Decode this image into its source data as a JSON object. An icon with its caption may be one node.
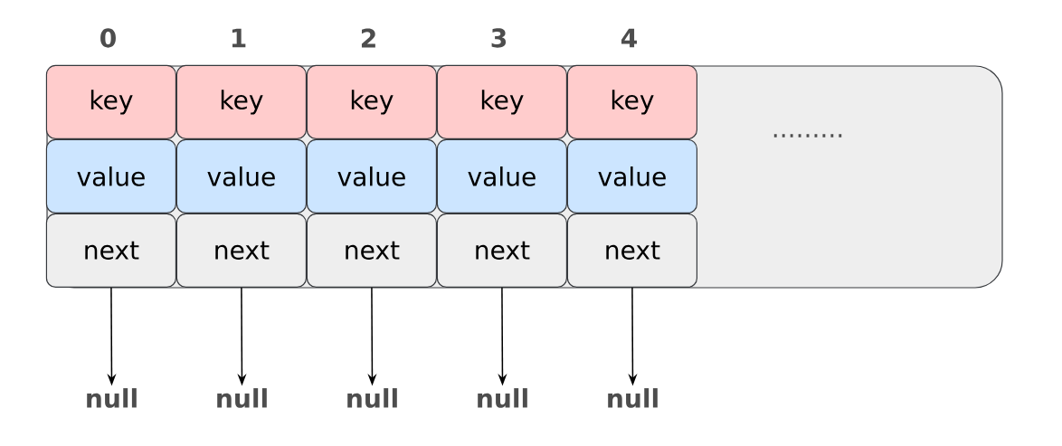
{
  "diagram": {
    "nodes": [
      {
        "text": [
          "........."
        ]
      },
      {
        "text": [
          "key"
        ],
        "in": 0
      },
      {
        "text": [
          "key"
        ],
        "in": 0
      },
      {
        "text": [
          "key"
        ],
        "in": 0
      },
      {
        "text": [
          "key"
        ],
        "in": 0
      },
      {
        "text": [
          "key"
        ],
        "in": 0
      },
      {
        "text": [
          "value"
        ],
        "in": 0
      },
      {
        "text": [
          "value"
        ],
        "in": 0
      },
      {
        "text": [
          "value"
        ],
        "in": 0
      },
      {
        "text": [
          "value"
        ],
        "in": 0
      },
      {
        "text": [
          "value"
        ],
        "in": 0
      },
      {
        "text": [
          "next"
        ],
        "in": 0
      },
      {
        "text": [
          "next"
        ],
        "in": 0
      },
      {
        "text": [
          "next"
        ],
        "in": 0
      },
      {
        "text": [
          "next"
        ],
        "in": 0
      },
      {
        "text": [
          "next"
        ],
        "in": 0
      },
      {
        "text": [
          "null"
        ]
      },
      {
        "text": [
          "null"
        ]
      },
      {
        "text": [
          "null"
        ]
      },
      {
        "text": [
          "null"
        ]
      },
      {
        "text": [
          "null"
        ]
      }
    ],
    "edges": [
      {
        "from": 11,
        "to": 16,
        "arrow": "to"
      },
      {
        "from": 12,
        "to": 17,
        "arrow": "to"
      },
      {
        "from": 13,
        "to": 18,
        "arrow": "to"
      },
      {
        "from": 14,
        "to": 19,
        "arrow": "to"
      },
      {
        "from": 15,
        "to": 20,
        "arrow": "to"
      }
    ],
    "labels": [
      "0",
      "1",
      "2",
      "3",
      "4"
    ]
  }
}
